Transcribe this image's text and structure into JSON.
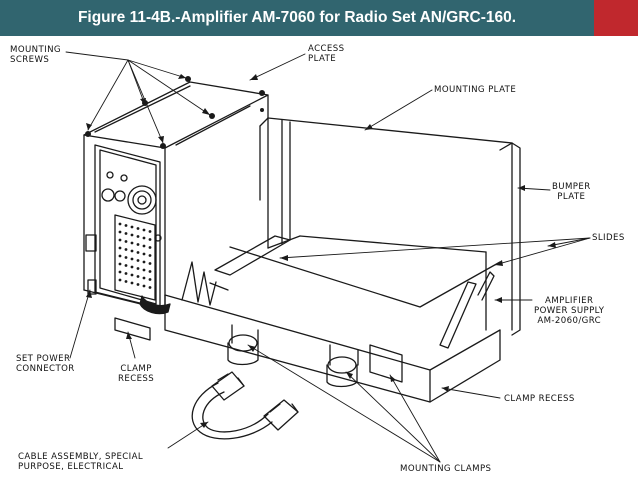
{
  "title": "Figure 11-4B.-Amplifier AM-7060 for Radio Set AN/GRC-160.",
  "colors": {
    "title_bar": "#31656f",
    "title_accent": "#c0282d",
    "title_text": "#ffffff",
    "line": "#1a1a1a"
  },
  "labels": {
    "mounting_screws": [
      "MOUNTING",
      "SCREWS"
    ],
    "access_plate": [
      "ACCESS",
      "PLATE"
    ],
    "mounting_plate": "MOUNTING PLATE",
    "bumper_plate": [
      "BUMPER",
      "PLATE"
    ],
    "slides": "SLIDES",
    "amplifier_power_supply": [
      "AMPLIFIER",
      "POWER SUPPLY",
      "AM-2060/GRC"
    ],
    "set_power_connector": [
      "SET POWER",
      "CONNECTOR"
    ],
    "clamp_recess_left": [
      "CLAMP",
      "RECESS"
    ],
    "clamp_recess_right": "CLAMP RECESS",
    "cable_assembly": [
      "CABLE ASSEMBLY, SPECIAL",
      "PURPOSE, ELECTRICAL"
    ],
    "mounting_clamps": "MOUNTING CLAMPS"
  }
}
